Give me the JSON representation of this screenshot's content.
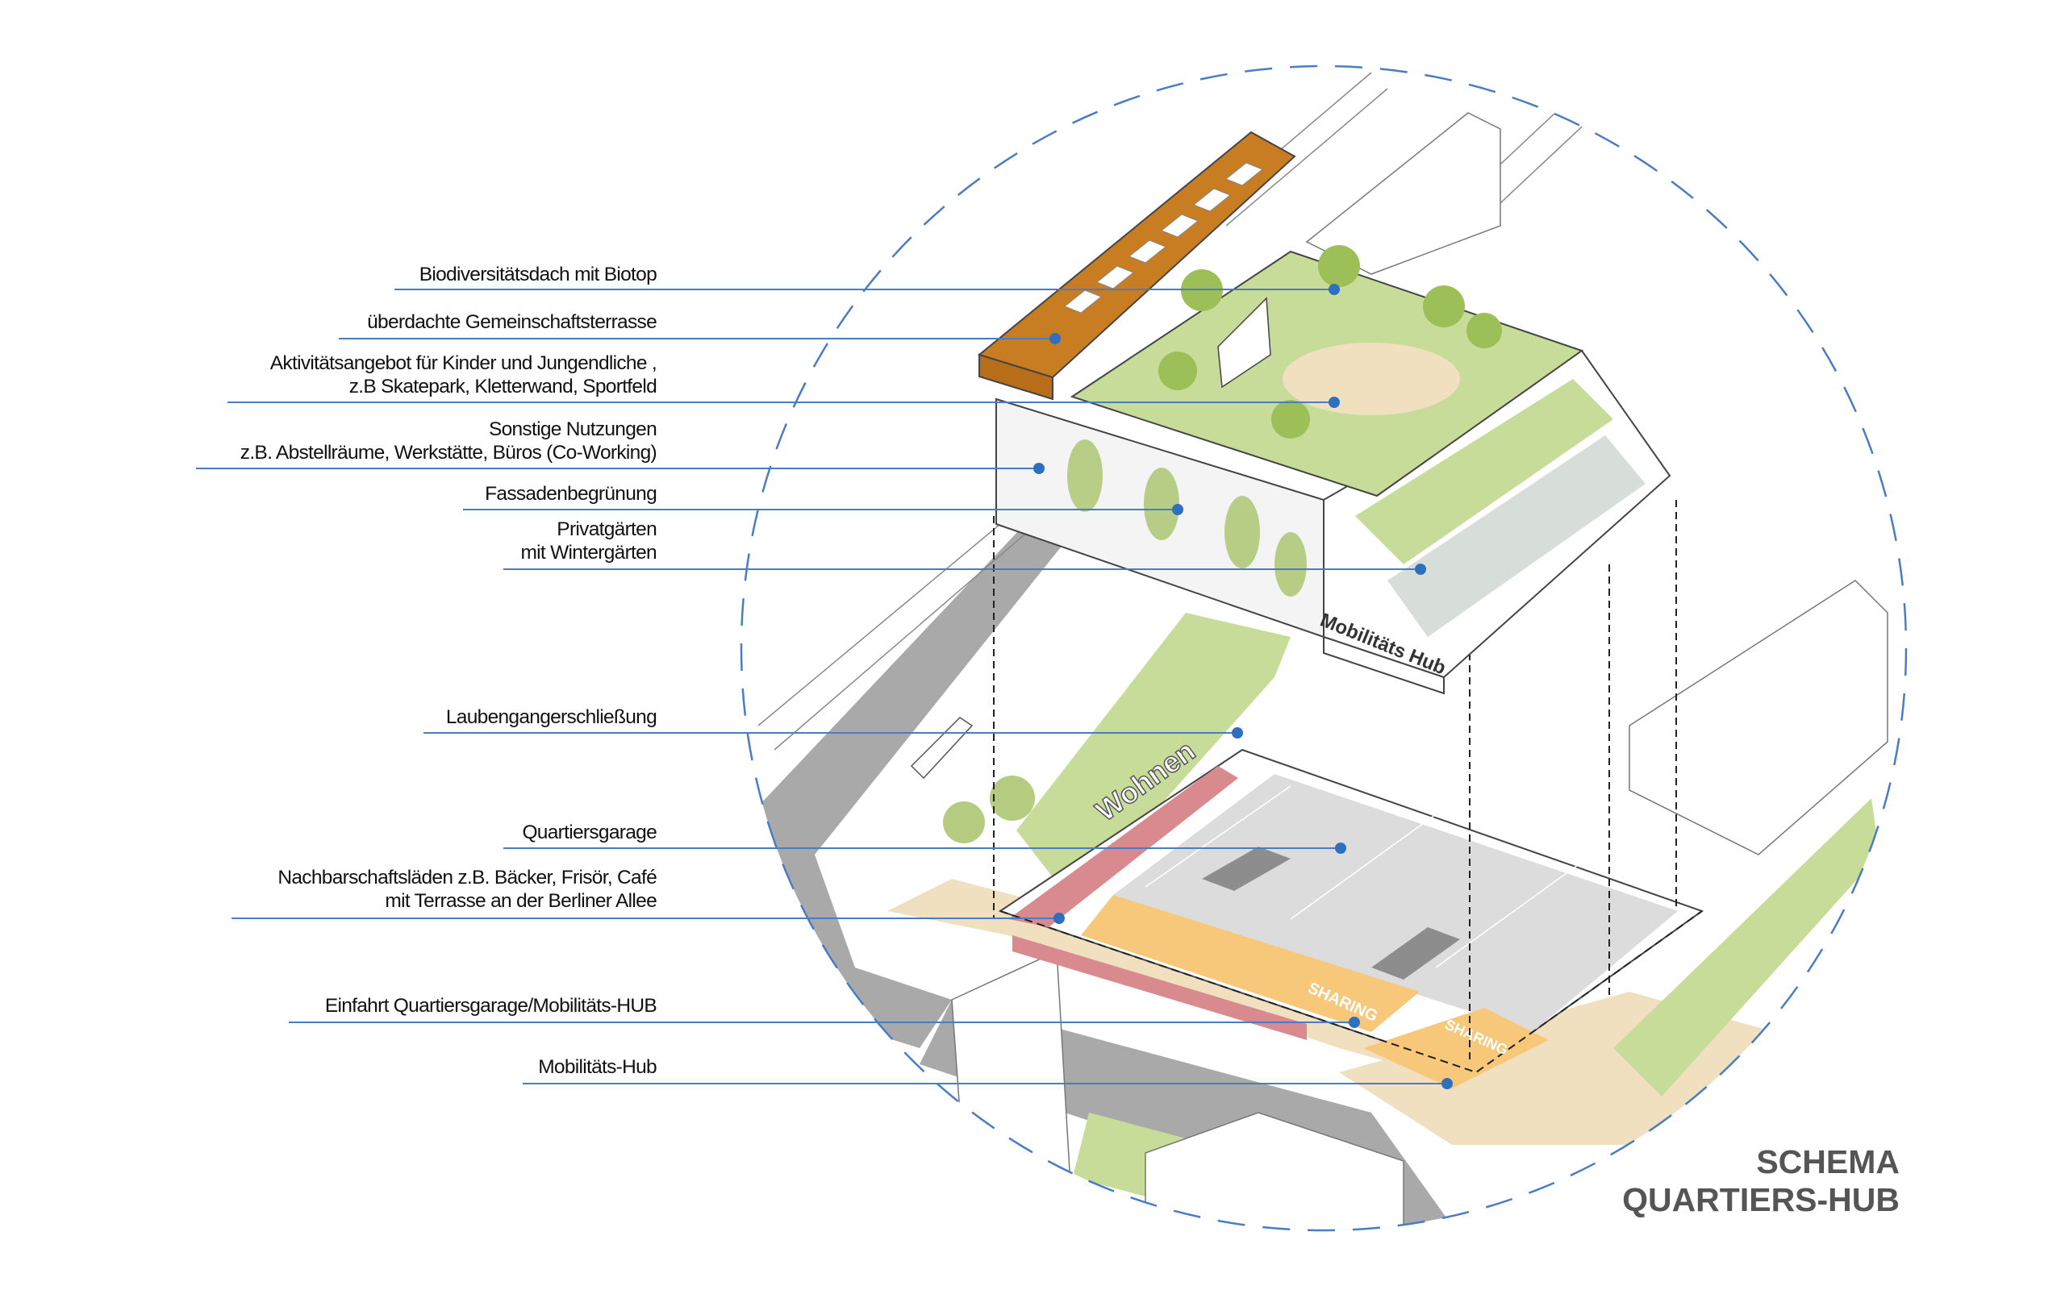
{
  "title": {
    "line1": "SCHEMA",
    "line2": "QUARTIERS-HUB"
  },
  "labels": [
    {
      "lines": [
        "Biodiversitätsdach mit Biotop"
      ]
    },
    {
      "lines": [
        "überdachte Gemeinschaftsterrasse"
      ]
    },
    {
      "lines": [
        "Aktivitätsangebot für Kinder und Jungendliche ,",
        "z.B Skatepark, Kletterwand, Sportfeld"
      ]
    },
    {
      "lines": [
        "Sonstige Nutzungen",
        "z.B. Abstellräume, Werkstätte, Büros (Co-Working)"
      ]
    },
    {
      "lines": [
        "Fassadenbegrünung"
      ]
    },
    {
      "lines": [
        "Privatgärten",
        "mit Wintergärten"
      ]
    },
    {
      "lines": [
        "Laubengangerschließung"
      ]
    },
    {
      "lines": [
        "Quartiersgarage"
      ]
    },
    {
      "lines": [
        "Nachbarschaftsläden  z.B. Bäcker, Frisör, Café",
        "mit Terrasse an der Berliner Allee"
      ]
    },
    {
      "lines": [
        "Einfahrt Quartiersgarage/Mobilitäts-HUB"
      ]
    },
    {
      "lines": [
        "Mobilitäts-Hub"
      ]
    }
  ],
  "illustration_lettering": {
    "building_sign": "Mobilitäts Hub",
    "sharing_1": "SHARING",
    "sharing_2": "SHARING",
    "facade_word": "Wohnen"
  },
  "colors": {
    "leader_line": "#4a7cc4",
    "dot": "#2f6fc0",
    "circle": "#4a7cc4",
    "roof_orange": "#c97d22",
    "green": "#c8dc9a",
    "shop_red": "#d98a8f",
    "sharing_orange": "#f7c77a",
    "sidewalk": "#f1e0c0",
    "road": "#a8a8a8",
    "parking": "#dcdcdc",
    "title": "#555555"
  }
}
